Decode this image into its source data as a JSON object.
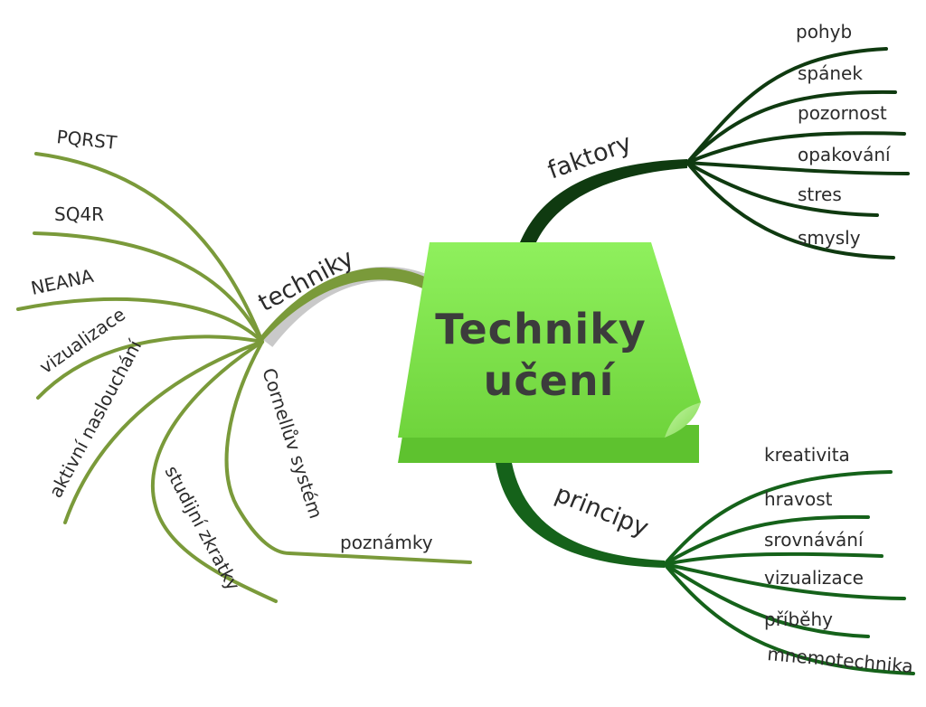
{
  "central": {
    "line1": "Techniky",
    "line2": "učení",
    "note_color": "#7ddc4e"
  },
  "colors": {
    "techniky": "#7a9a3a",
    "faktory": "#0f3a10",
    "principy": "#15621a",
    "shadow": "#bdbdbd",
    "text": "#2b2b2b"
  },
  "branches": {
    "techniky": {
      "label": "techniky",
      "leaves": [
        "PQRST",
        "SQ4R",
        "NEANA",
        "vizualizace",
        "aktivní naslouchání",
        "studijní zkratky",
        "Cornellův systém"
      ],
      "sub": {
        "label": "poznámky"
      }
    },
    "faktory": {
      "label": "faktory",
      "leaves": [
        "pohyb",
        "spánek",
        "pozornost",
        "opakování",
        "stres",
        "smysly"
      ]
    },
    "principy": {
      "label": "principy",
      "leaves": [
        "kreativita",
        "hravost",
        "srovnávání",
        "vizualizace",
        "příběhy",
        "mnemotechnika"
      ]
    }
  }
}
